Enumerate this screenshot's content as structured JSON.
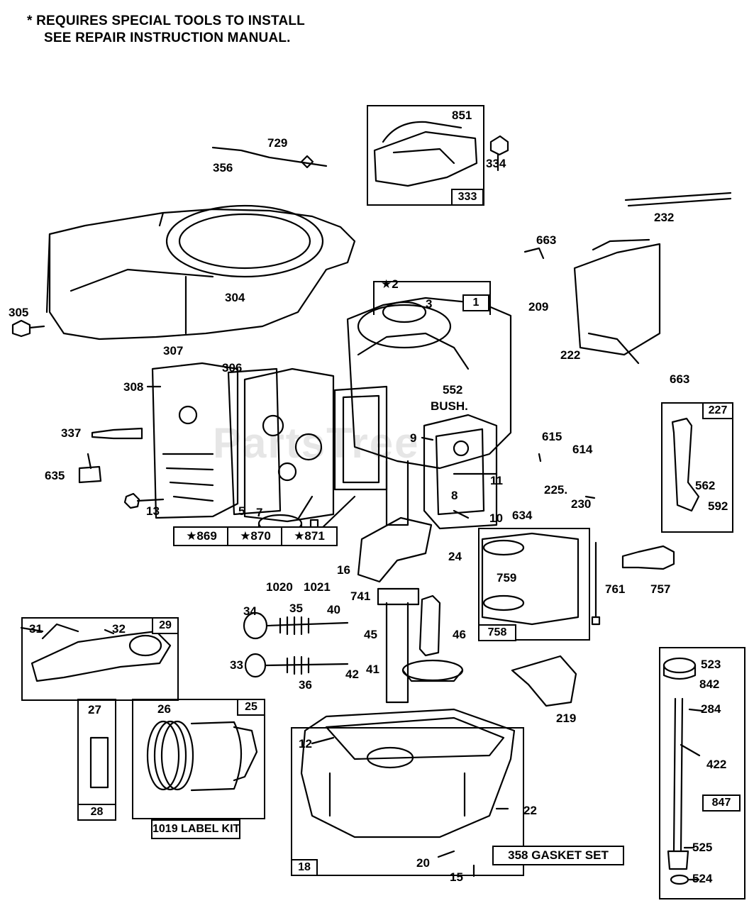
{
  "note": {
    "line1": "*  REQUIRES SPECIAL TOOLS TO INSTALL",
    "line2": "SEE REPAIR INSTRUCTION MANUAL."
  },
  "watermark": "PartsTree",
  "labels": {
    "p851": "851",
    "p333": "333",
    "p334": "334",
    "p729": "729",
    "p356": "356",
    "p232": "232",
    "p663a": "663",
    "p304": "304",
    "p305": "305",
    "p2": "★2",
    "p3": "3",
    "p1": "1",
    "p209": "209",
    "p222": "222",
    "p663b": "663",
    "p307": "307",
    "p306": "306",
    "p308": "308",
    "p552": "552",
    "bush": "BUSH.",
    "p9": "9",
    "p615": "615",
    "p614": "614",
    "p225": "225.",
    "p230": "230",
    "p227": "227",
    "p562": "562",
    "p592": "592",
    "p337": "337",
    "p635": "635",
    "p13": "13",
    "p5": "5",
    "p7": "7",
    "p11": "11",
    "p8": "8",
    "p634": "634",
    "p10": "10",
    "p16": "16",
    "p24": "24",
    "p1020": "1020",
    "p1021": "1021",
    "p741": "741",
    "p759": "759",
    "p761": "761",
    "p757": "757",
    "p758": "758",
    "p34": "34",
    "p35": "35",
    "p40": "40",
    "p45": "45",
    "p46": "46",
    "p33": "33",
    "p36": "36",
    "p42": "42",
    "p41": "41",
    "p31": "31",
    "p32": "32",
    "p29": "29",
    "p219": "219",
    "p523": "523",
    "p842": "842",
    "p284": "284",
    "p422": "422",
    "p847": "847",
    "p27": "27",
    "p26": "26",
    "p25": "25",
    "p28": "28",
    "p12": "12",
    "p22": "22",
    "p18": "18",
    "p20": "20",
    "p15": "15",
    "p525": "525",
    "p524": "524"
  },
  "tags": {
    "t869": "★869",
    "t870": "★870",
    "t871": "★871"
  },
  "kits": {
    "label_kit": "1019 LABEL KIT",
    "gasket_set": "358 GASKET SET"
  }
}
